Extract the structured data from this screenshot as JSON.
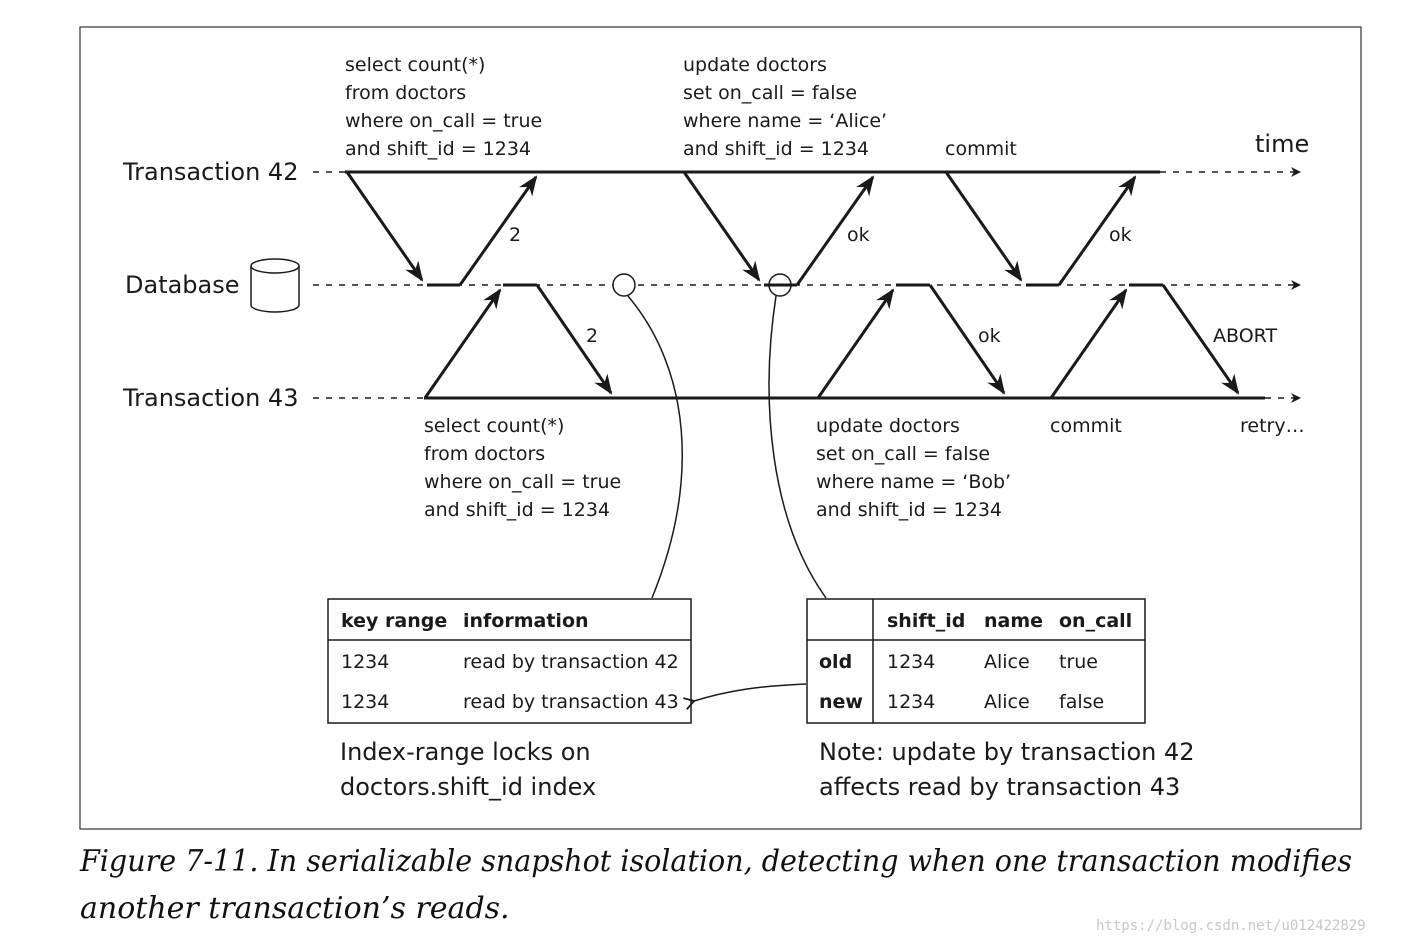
{
  "lanes": {
    "t42": "Transaction 42",
    "db": "Database",
    "t43": "Transaction 43"
  },
  "time_label": "time",
  "t42_query1": [
    "select count(*)",
    "from doctors",
    "where on_call = true",
    "and shift_id = 1234"
  ],
  "t42_query2": [
    "update doctors",
    "set on_call = false",
    "where name = ‘Alice’",
    "and shift_id = 1234"
  ],
  "t42_commit": "commit",
  "t43_query1": [
    "select count(*)",
    "from doctors",
    "where on_call = true",
    "and shift_id = 1234"
  ],
  "t43_query2": [
    "update doctors",
    "set on_call = false",
    "where name = ‘Bob’",
    "and shift_id = 1234"
  ],
  "t43_commit": "commit",
  "t43_retry": "retry…",
  "responses": {
    "t42_count": "2",
    "t43_count": "2",
    "t42_update_ok": "ok",
    "t42_commit_ok": "ok",
    "t43_update_ok": "ok",
    "t43_abort": "ABORT"
  },
  "lock_table": {
    "headers": [
      "key range",
      "information"
    ],
    "rows": [
      [
        "1234",
        "read by transaction 42"
      ],
      [
        "1234",
        "read by transaction 43"
      ]
    ],
    "caption": [
      "Index-range locks on",
      "doctors.shift_id index"
    ]
  },
  "doctor_table": {
    "headers": [
      "",
      "shift_id",
      "name",
      "on_call"
    ],
    "rows": [
      [
        "old",
        "1234",
        "Alice",
        "true"
      ],
      [
        "new",
        "1234",
        "Alice",
        "false"
      ]
    ],
    "caption": [
      "Note: update by transaction 42",
      "affects read by transaction 43"
    ]
  },
  "figure_caption": [
    "Figure 7-11. In serializable snapshot isolation, detecting when one transaction modifies",
    "another transaction’s reads."
  ],
  "watermark": "https://blog.csdn.net/u012422829"
}
